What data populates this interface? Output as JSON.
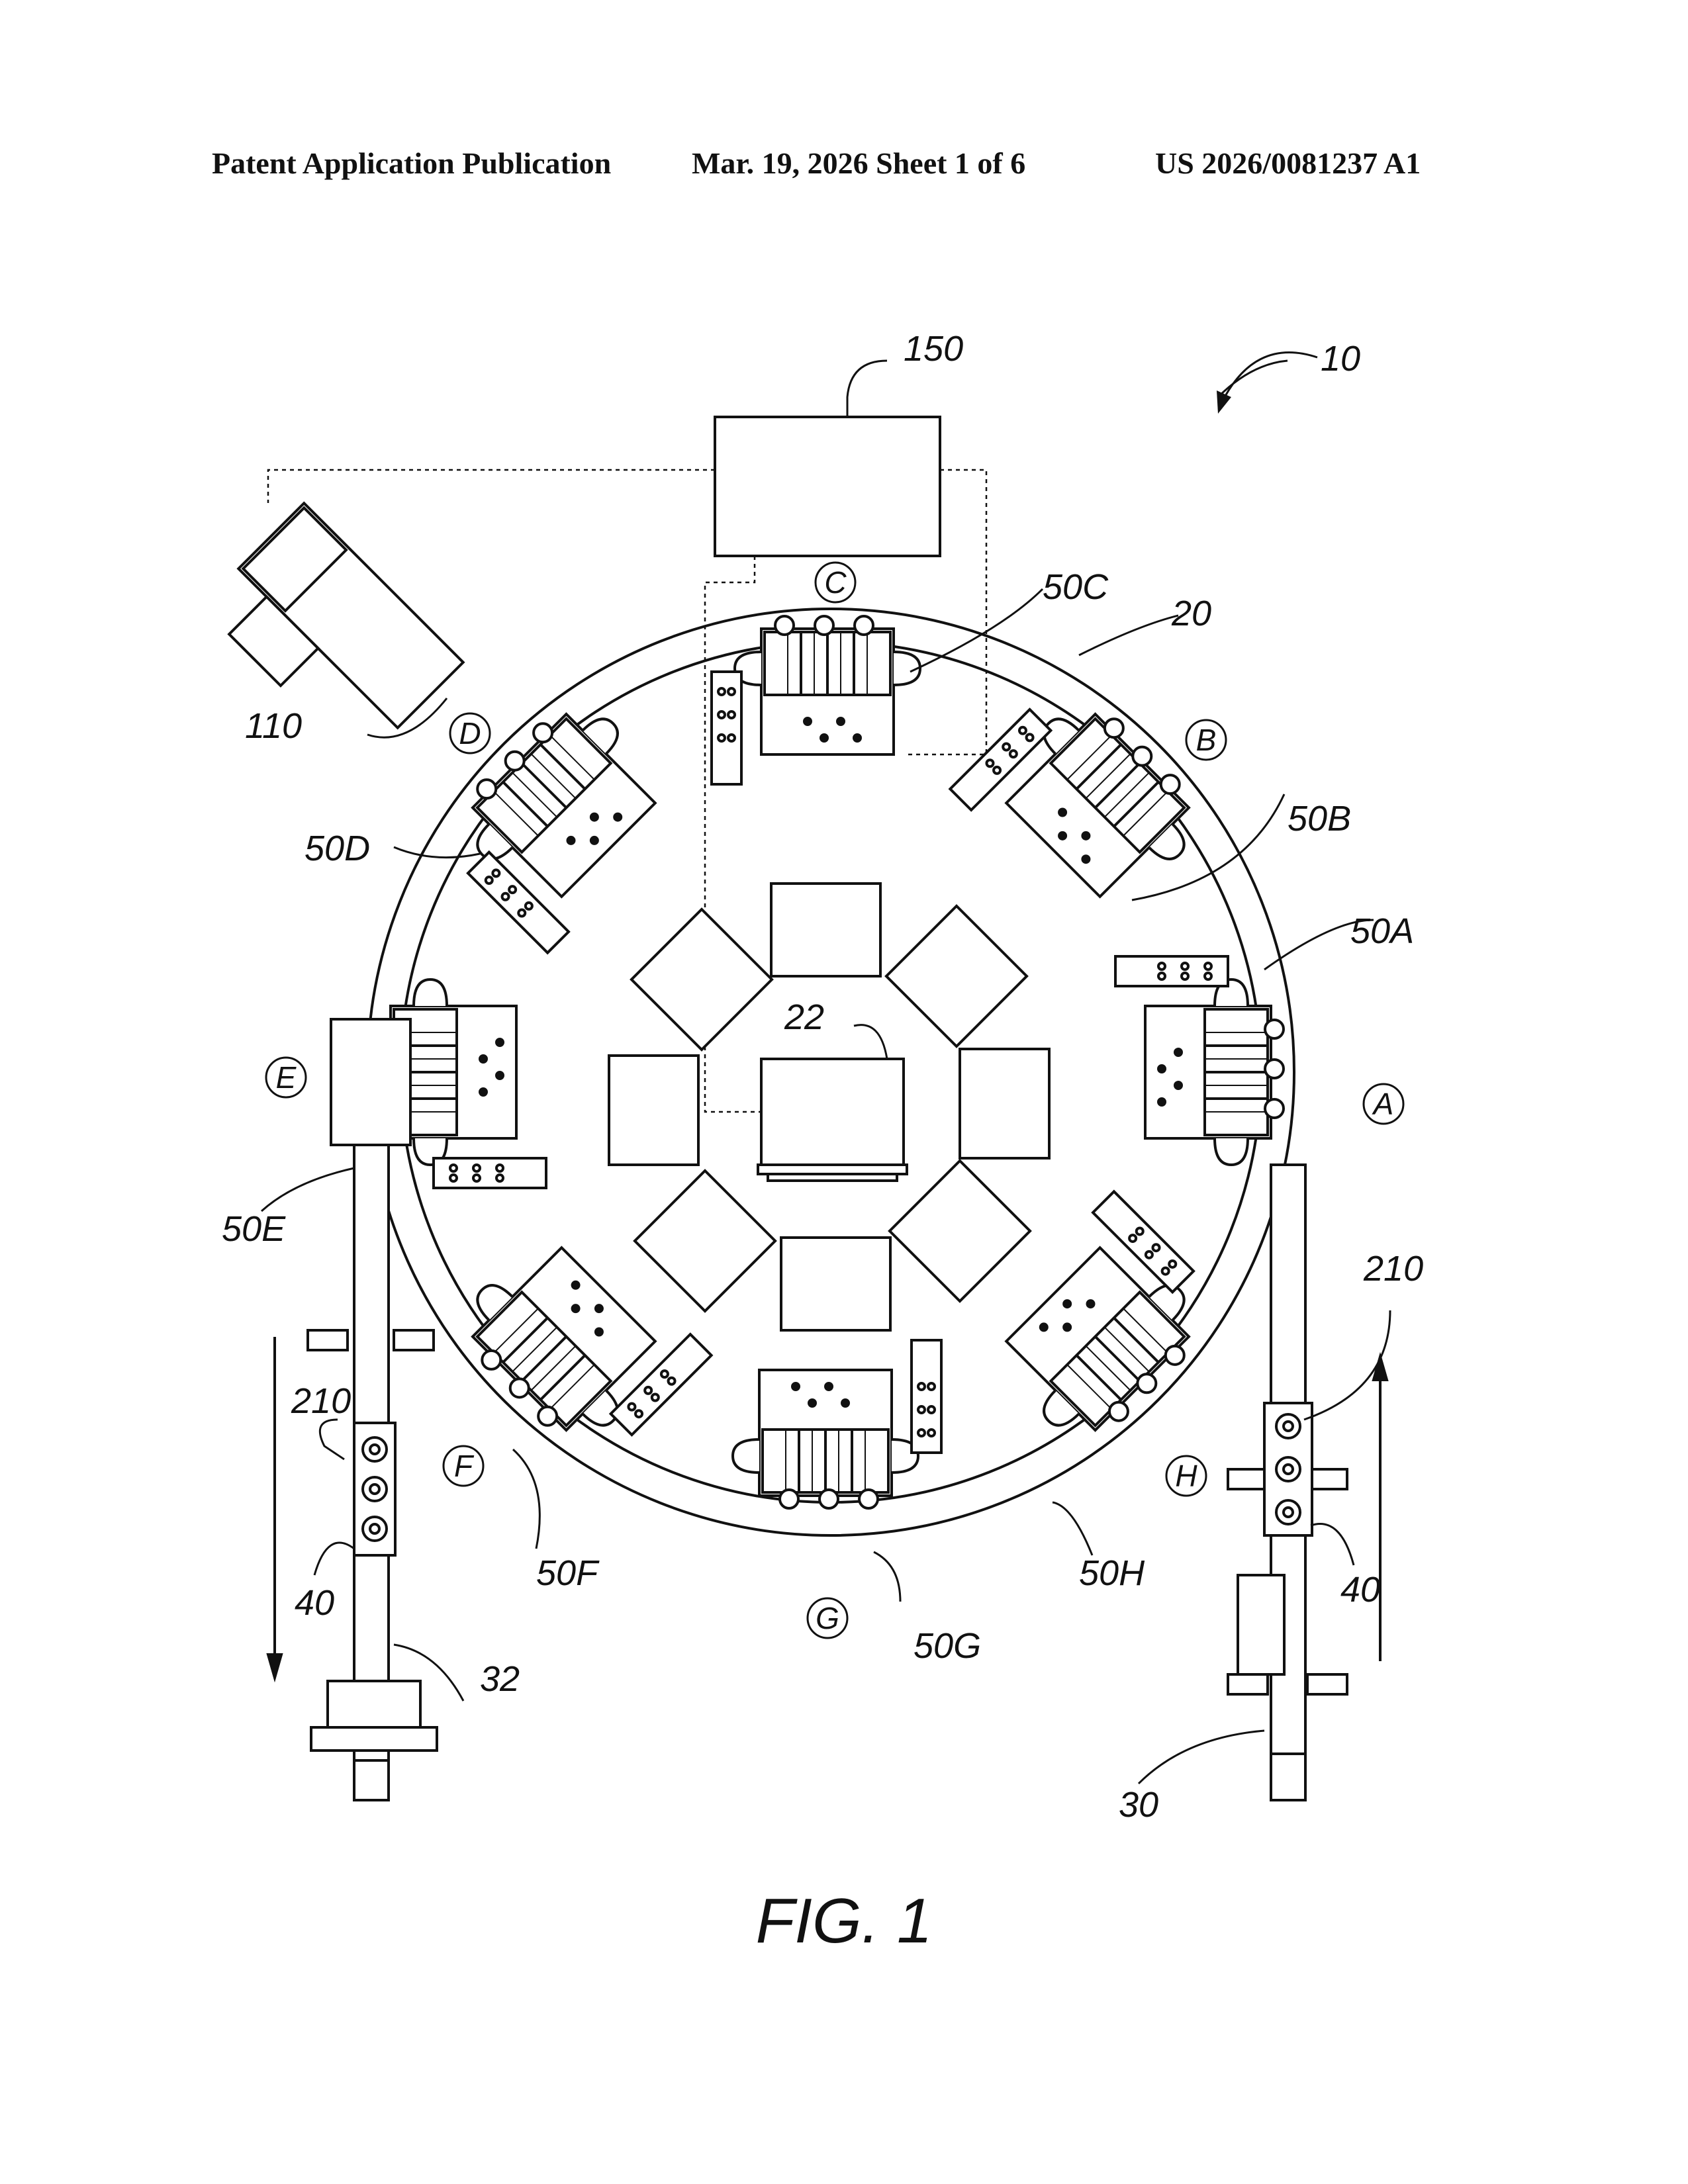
{
  "header": {
    "publication": "Patent Application Publication",
    "date_sheet": "Mar. 19, 2026  Sheet 1 of 6",
    "number": "US 2026/0081237 A1"
  },
  "figure": {
    "caption": "FIG. 1",
    "labels": {
      "system": "10",
      "ring": "20",
      "center": "22",
      "conveyor_in": "30",
      "conveyor_out": "32",
      "carrier": "40",
      "controller": "150",
      "robot": "110",
      "fixture": "210",
      "modules": {
        "a": "50A",
        "b": "50B",
        "c": "50C",
        "d": "50D",
        "e": "50E",
        "f": "50F",
        "g": "50G",
        "h": "50H"
      }
    },
    "stations": {
      "a": "A",
      "b": "B",
      "c": "C",
      "d": "D",
      "e": "E",
      "f": "F",
      "g": "G",
      "h": "H"
    }
  }
}
